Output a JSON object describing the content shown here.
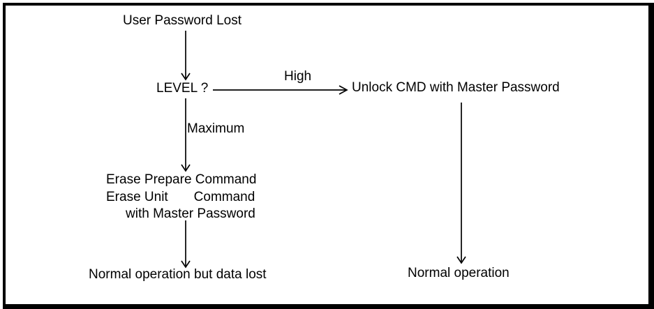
{
  "diagram": {
    "type": "flowchart",
    "background_color": "#ffffff",
    "line_color": "#000000",
    "text_color": "#000000",
    "border_color": "#000000",
    "nodes": {
      "start": {
        "label": "User Password Lost"
      },
      "decision": {
        "label": "LEVEL ?"
      },
      "unlock": {
        "label": "Unlock CMD with Master Password"
      },
      "erase": {
        "line1": "Erase Prepare Command",
        "line2": "Erase Unit       Command",
        "line3": "with Master Password"
      },
      "outcome_data_lost": {
        "label": "Normal operation but data lost"
      },
      "outcome_normal": {
        "label": "Normal operation"
      }
    },
    "edges": {
      "high_label": "High",
      "maximum_label": "Maximum"
    }
  }
}
